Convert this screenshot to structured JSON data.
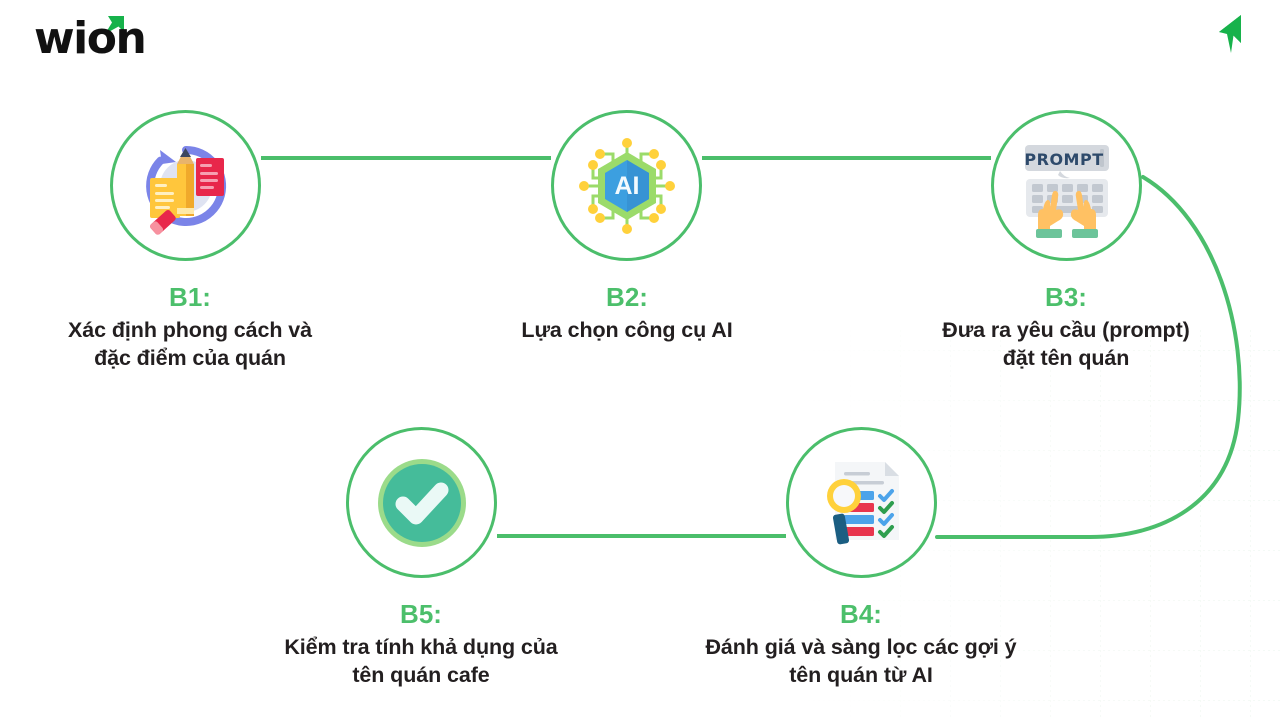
{
  "brand": {
    "wordmark": "wion",
    "logo_accent_icon": "green-up-arrow-icon",
    "accent_color": "#17B24B"
  },
  "corner": {
    "icon": "green-arrow-mark-icon",
    "color": "#17B24B"
  },
  "theme": {
    "circle_stroke": "#4BBE6B",
    "connector_color": "#4BBE6B",
    "step_number_color": "#4CBF6B",
    "text_color": "#231F20",
    "background": "#FFFFFF",
    "grid_color": "#EAF4EC"
  },
  "flow": {
    "type": "process-flow",
    "direction": "serpentine: B1 to B3 left-to-right on top row, curve down right side, B4 to B5 right-to-left on bottom row",
    "steps": [
      {
        "id": "b1",
        "number": "B1:",
        "text": "Xác định phong cách và\nđặc điểm của quán",
        "icon": "pencil-notes-research-icon",
        "icon_colors": [
          "#FFC63C",
          "#E8274B",
          "#7B84E8",
          "#FFFFFF"
        ]
      },
      {
        "id": "b2",
        "number": "B2:",
        "text": "Lựa chọn công cụ AI",
        "icon": "ai-chip-hexagon-icon",
        "icon_label": "AI",
        "icon_colors": [
          "#9BDB6A",
          "#3C9FE0",
          "#FFD13B"
        ]
      },
      {
        "id": "b3",
        "number": "B3:",
        "text": "Đưa ra yêu cầu (prompt)\nđặt tên quán",
        "icon": "keyboard-typing-prompt-icon",
        "icon_label": "PROMPT",
        "icon_colors": [
          "#D4D8DE",
          "#2E4A6B",
          "#FFC163",
          "#6CC49A"
        ]
      },
      {
        "id": "b4",
        "number": "B4:",
        "text": "Đánh giá và sàng lọc các gợi ý\ntên quán từ AI",
        "icon": "checklist-magnifier-icon",
        "icon_colors": [
          "#F0F2F5",
          "#4CA3EA",
          "#E8354E",
          "#2E9E4F",
          "#FFD13B",
          "#1B5E82"
        ]
      },
      {
        "id": "b5",
        "number": "B5:",
        "text": "Kiểm tra tính khả dụng của\ntên quán cafe",
        "icon": "check-circle-icon",
        "icon_colors": [
          "#9BDB8A",
          "#45BC9A",
          "#EAF9F6"
        ]
      }
    ]
  }
}
